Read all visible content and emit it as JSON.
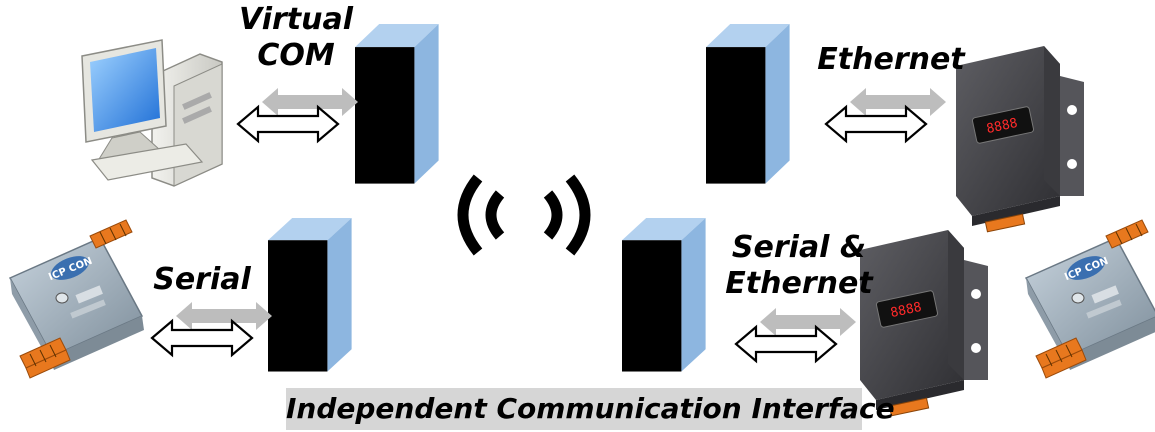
{
  "labels": {
    "virtual_com_line1": "Virtual",
    "virtual_com_line2": "COM",
    "ethernet": "Ethernet",
    "serial": "Serial",
    "serial_ethernet_line1": "Serial &",
    "serial_ethernet_line2": "Ethernet"
  },
  "caption": "Independent Communication Interface",
  "device_texts": {
    "module_brand": "ICP CON",
    "display_digits": "8888"
  },
  "icons": [
    "pc-icon",
    "io-module-icon",
    "panel-device-icon",
    "server-box-icon",
    "wireless-signal-icon",
    "bidirectional-arrow-icon"
  ],
  "colors": {
    "box_front": "#000000",
    "box_side": "#8db6e0",
    "box_top": "#b3d1ef",
    "arrow_gray": "#bdbdbd",
    "caption_bg": "#d6d6d6",
    "device_body": "#4a4a4e",
    "module_body": "#a9b7c3",
    "terminal_orange": "#e8781e",
    "display_red": "#ff2a2a"
  }
}
